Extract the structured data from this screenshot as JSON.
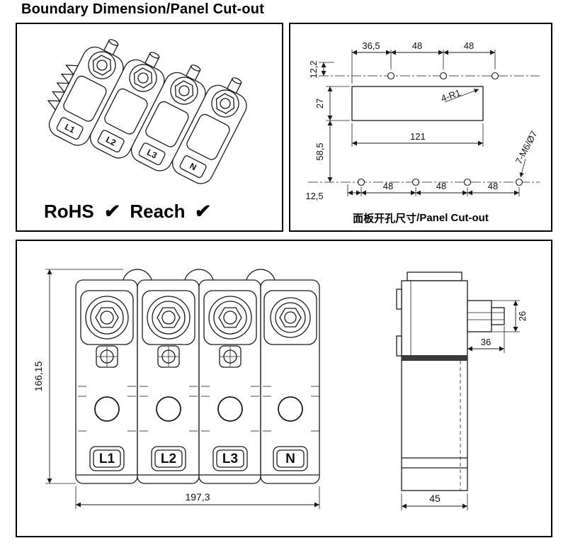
{
  "title": "Boundary Dimension/Panel Cut-out",
  "iso_view": {
    "rohs": "RoHS",
    "reach": "Reach",
    "check": "✔",
    "terminals": [
      "L1",
      "L2",
      "L3",
      "N"
    ]
  },
  "panel_cutout": {
    "caption_cn": "面板开孔尺寸",
    "caption_en": "/Panel Cut-out",
    "dim_12_2": "12,2",
    "dim_36_5": "36,5",
    "dim_48a": "48",
    "dim_48b": "48",
    "dim_27": "27",
    "dim_4r1": "4-R1",
    "dim_121": "121",
    "dim_58_5": "58,5",
    "dim_12_5": "12,5",
    "dim_48c": "48",
    "dim_48d": "48",
    "dim_48e": "48",
    "dim_holes": "7-M6/Ø7"
  },
  "front_view": {
    "dim_height": "166,15",
    "dim_width": "197,3",
    "terminals": [
      "L1",
      "L2",
      "L3",
      "N"
    ]
  },
  "side_view": {
    "dim_26": "26",
    "dim_36": "36",
    "dim_45": "45"
  }
}
